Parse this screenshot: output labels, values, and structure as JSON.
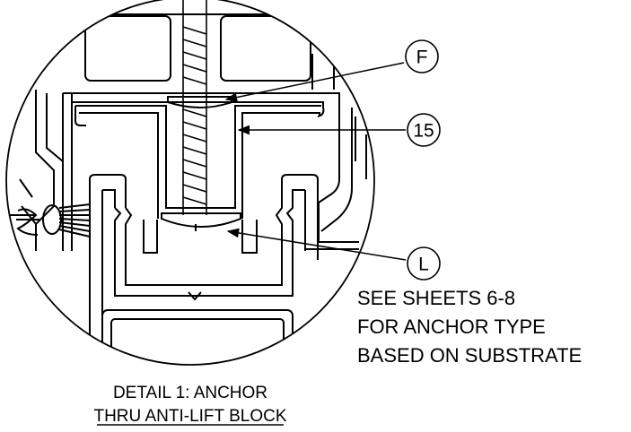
{
  "callouts": {
    "f": "F",
    "n15": "15",
    "l": "L"
  },
  "note": {
    "line1": "SEE SHEETS 6-8",
    "line2": "FOR ANCHOR TYPE",
    "line3": "BASED ON SUBSTRATE"
  },
  "detail": {
    "line1": "DETAIL 1: ANCHOR",
    "line2": "THRU ANTI-LIFT BLOCK"
  },
  "colors": {
    "ink": "#000000",
    "paper": "#ffffff"
  }
}
